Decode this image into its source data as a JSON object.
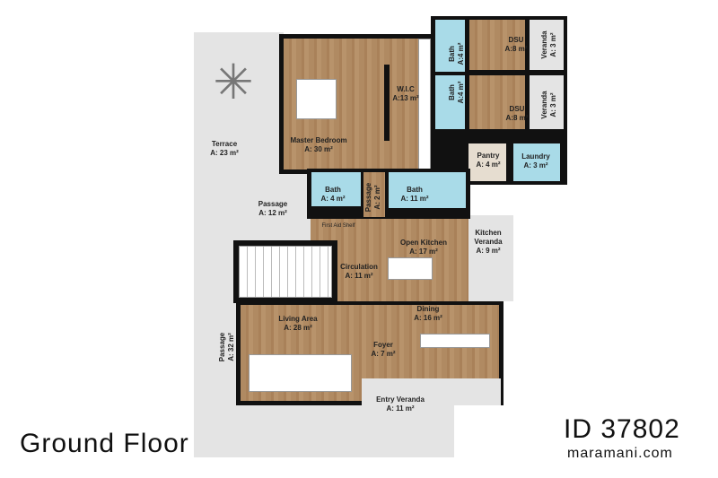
{
  "plan": {
    "title": "Ground Floor",
    "id": "ID 37802",
    "website": "maramani.com",
    "rooms": [
      {
        "name": "Master Bedroom",
        "area": "A: 30 m²"
      },
      {
        "name": "W.I.C",
        "area": "A:13 m²"
      },
      {
        "name": "Bath",
        "area": "A:4 m²"
      },
      {
        "name": "DSU",
        "area": "A:8 m²"
      },
      {
        "name": "Veranda",
        "area": "A: 3 m²"
      },
      {
        "name": "Bath",
        "area": "A:4 m²"
      },
      {
        "name": "DSU",
        "area": "A:8 m²"
      },
      {
        "name": "Veranda",
        "area": "A: 3 m²"
      },
      {
        "name": "Pantry",
        "area": "A: 4 m²"
      },
      {
        "name": "Laundry",
        "area": "A: 3 m²"
      },
      {
        "name": "Terrace",
        "area": "A: 23 m²"
      },
      {
        "name": "Passage",
        "area": "A: 12 m²"
      },
      {
        "name": "Bath",
        "area": "A: 4 m²"
      },
      {
        "name": "Passage",
        "area": "A: 2 m²"
      },
      {
        "name": "Bath",
        "area": "A: 11 m²"
      },
      {
        "name": "Open Kitchen",
        "area": "A: 17 m²"
      },
      {
        "name": "Kitchen Veranda",
        "area": "A: 9 m²"
      },
      {
        "name": "Circulation",
        "area": "A: 11 m²"
      },
      {
        "name": "Living Area",
        "area": "A: 28 m²"
      },
      {
        "name": "Dining",
        "area": "A: 16 m²"
      },
      {
        "name": "Foyer",
        "area": "A: 7 m²"
      },
      {
        "name": "Passage",
        "area": "A: 32 m²"
      },
      {
        "name": "Entry Veranda",
        "area": "A: 11 m²"
      }
    ],
    "annotations": {
      "first_aid": "First Aid Shelf"
    },
    "colors": {
      "wood": "#b08a62",
      "tile": "#a9dbe8",
      "paving": "#e4e4e4",
      "wall": "#111111"
    }
  }
}
